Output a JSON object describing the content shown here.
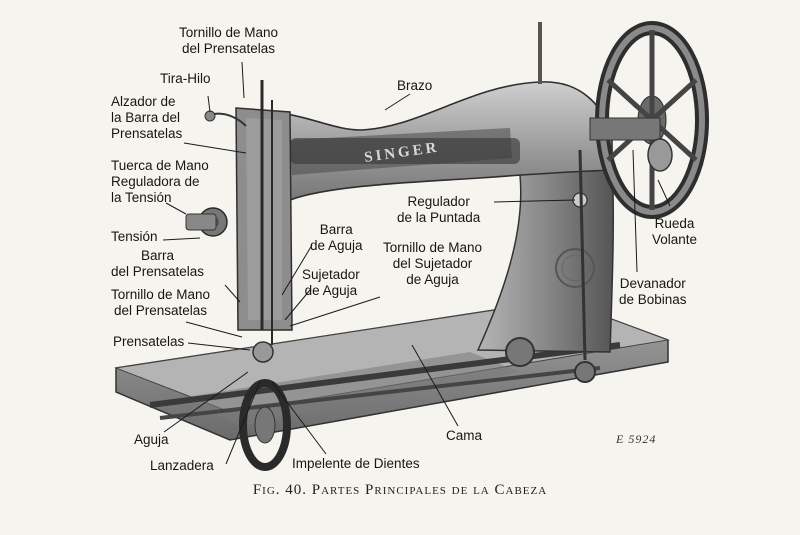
{
  "labels": {
    "tornillo_prensatelas_top": [
      "Tornillo de Mano",
      "del Prensatelas"
    ],
    "brazo": "Brazo",
    "tira_hilo": "Tira-Hilo",
    "alzador": [
      "Alzador de",
      "la Barra del",
      "Prensatelas"
    ],
    "tuerca": [
      "Tuerca de Mano",
      "Reguladora de",
      "la Tensión"
    ],
    "tension": "Tensión",
    "barra_prensatelas": [
      "Barra",
      "del Prensatelas"
    ],
    "tornillo_prensatelas_low": [
      "Tornillo de Mano",
      "del Prensatelas"
    ],
    "prensatelas": "Prensatelas",
    "barra_aguja": [
      "Barra",
      "de Aguja"
    ],
    "sujetador": [
      "Sujetador",
      "de Aguja"
    ],
    "tornillo_sujetador": [
      "Tornillo de Mano",
      "del Sujetador",
      "de Aguja"
    ],
    "regulador": [
      "Regulador",
      "de la Puntada"
    ],
    "rueda": [
      "Rueda",
      "Volante"
    ],
    "devanador": [
      "Devanador",
      "de Bobinas"
    ],
    "aguja": "Aguja",
    "lanzadera": "Lanzadera",
    "impelente": "Impelente de Dientes",
    "cama": "Cama"
  },
  "brand": "SINGER",
  "plate_number": "E 5924",
  "caption": "Fig. 40.  Partes Principales de la Cabeza",
  "colors": {
    "background": "#f6f4ee",
    "ink": "#161616",
    "metal": "#8a8a8a"
  }
}
